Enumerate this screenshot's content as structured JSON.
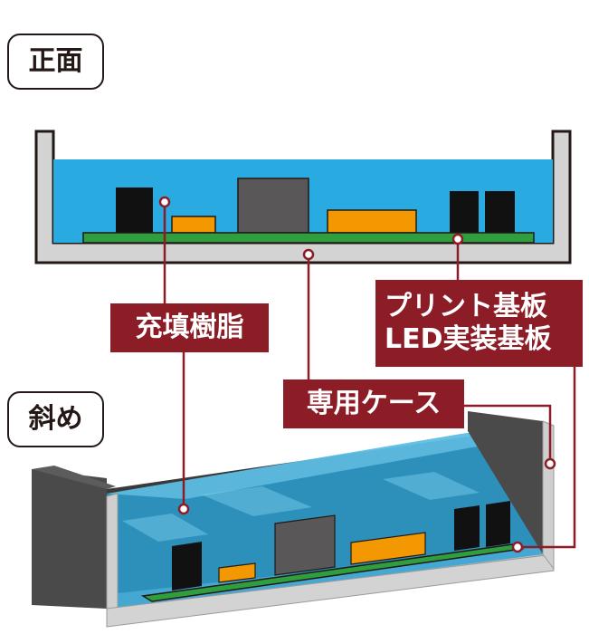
{
  "views": {
    "front_label": "正面",
    "oblique_label": "斜め"
  },
  "callouts": {
    "resin": "充填樹脂",
    "case": "専用ケース",
    "pcb_line1": "プリント基板",
    "pcb_line2": "LED実装基板"
  },
  "colors": {
    "resin_blue": "#29abe2",
    "case_gray": "#d3d3d3",
    "dark_gray": "#4a4a4a",
    "pcb_green": "#2e9e3e",
    "component_orange": "#f39800",
    "component_black": "#111111",
    "callout_red": "#8c1d26",
    "outline": "#231815"
  }
}
